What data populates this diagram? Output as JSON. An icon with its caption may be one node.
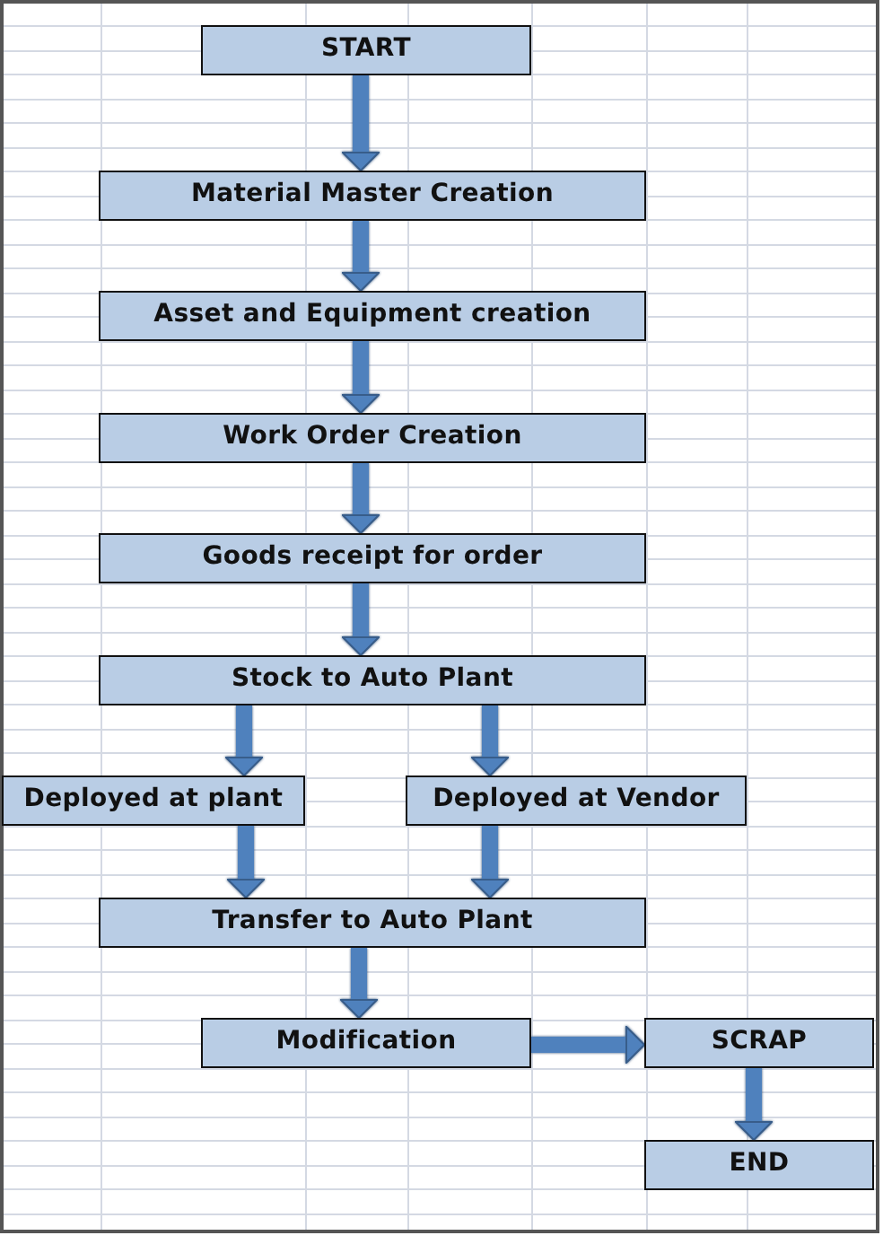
{
  "diagram": {
    "nodes": [
      {
        "text": [
          "START"
        ]
      },
      {
        "text": [
          "Material Master Creation"
        ]
      },
      {
        "text": [
          "Asset and Equipment creation"
        ]
      },
      {
        "text": [
          "Work Order Creation"
        ]
      },
      {
        "text": [
          "Goods receipt for order"
        ]
      },
      {
        "text": [
          "Stock to Auto Plant"
        ]
      },
      {
        "text": [
          "Deployed at plant"
        ]
      },
      {
        "text": [
          "Deployed at Vendor"
        ]
      },
      {
        "text": [
          "Transfer to Auto Plant"
        ]
      },
      {
        "text": [
          "Modification"
        ]
      },
      {
        "text": [
          "SCRAP"
        ]
      },
      {
        "text": [
          "END"
        ]
      }
    ],
    "edges": [
      {
        "from": 0,
        "to": 1,
        "arrow": "to"
      },
      {
        "from": 1,
        "to": 2,
        "arrow": "to"
      },
      {
        "from": 2,
        "to": 3,
        "arrow": "to"
      },
      {
        "from": 3,
        "to": 4,
        "arrow": "to"
      },
      {
        "from": 4,
        "to": 5,
        "arrow": "to"
      },
      {
        "from": 5,
        "to": 6,
        "arrow": "to"
      },
      {
        "from": 5,
        "to": 7,
        "arrow": "to"
      },
      {
        "from": 6,
        "to": 8,
        "arrow": "to"
      },
      {
        "from": 7,
        "to": 8,
        "arrow": "to"
      },
      {
        "from": 8,
        "to": 9,
        "arrow": "to"
      },
      {
        "from": 9,
        "to": 10,
        "arrow": "to"
      },
      {
        "from": 10,
        "to": 11,
        "arrow": "to"
      }
    ]
  }
}
